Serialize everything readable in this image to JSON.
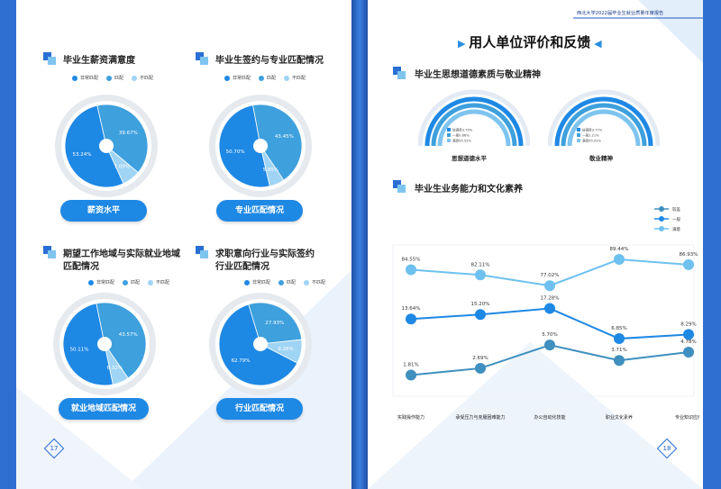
{
  "report_header": "西北大学2022届毕业生就业质量年度报告",
  "left_page": {
    "page_number": "17",
    "charts": [
      {
        "id": "salary",
        "title": "毕业生薪资满意度",
        "button_label": "薪资水平"
      },
      {
        "id": "signing",
        "title": "毕业生签约与专业匹配情况",
        "button_label": "专业匹配情况"
      },
      {
        "id": "region",
        "title_lines": [
          "期望工作地域与实际就业地域",
          "匹配情况"
        ],
        "button_label": "就业地域匹配情况"
      },
      {
        "id": "industry",
        "title_lines": [
          "求职意向行业与实际签约",
          "行业匹配情况"
        ],
        "button_label": "行业匹配情况"
      }
    ],
    "legend_labels": [
      "非常匹配",
      "匹配",
      "不匹配"
    ]
  },
  "right_page": {
    "page_number": "18",
    "main_title": "用人单位评价和反馈",
    "section1_title": "毕业生思想道德素质与敬业精神",
    "section2_title": "毕业生业务能力和文化素养",
    "gauges": [
      {
        "label": "思想道德水平",
        "legend": [
          "较满意3.79%",
          "一般0.66%",
          "满意95.55%"
        ]
      },
      {
        "label": "敬业精神",
        "legend": [
          "较满意3.77%",
          "一般1.21%",
          "满意95.02%"
        ]
      }
    ],
    "line_legend": [
      "较差",
      "一般",
      "满意"
    ]
  },
  "colors": {
    "dark": "#1e88e5",
    "mid": "#3ea0dd",
    "light": "#9fd4f4",
    "line_top": "#6ec1ef",
    "line_mid": "#1e88e5",
    "line_bot": "#3f8fbf"
  },
  "chart_data": [
    {
      "type": "pie",
      "title": "毕业生薪资满意度",
      "categories": [
        "非常匹配",
        "匹配",
        "不匹配"
      ],
      "values": [
        53.24,
        39.67,
        7.09
      ],
      "label_texts": [
        "53.24%",
        "39.67%",
        "7.09%"
      ]
    },
    {
      "type": "pie",
      "title": "毕业生签约与专业匹配情况",
      "categories": [
        "非常匹配",
        "匹配",
        "不匹配"
      ],
      "values": [
        50.7,
        43.45,
        5.85
      ],
      "label_texts": [
        "50.70%",
        "43.45%",
        "5.85%"
      ]
    },
    {
      "type": "pie",
      "title": "期望工作地域与实际就业地域匹配情况",
      "categories": [
        "非常匹配",
        "匹配",
        "不匹配"
      ],
      "values": [
        50.11,
        43.57,
        6.32
      ],
      "label_texts": [
        "50.11%",
        "43.57%",
        "6.32%"
      ]
    },
    {
      "type": "pie",
      "title": "求职意向行业与实际签约行业匹配情况",
      "categories": [
        "非常匹配",
        "匹配",
        "不匹配"
      ],
      "values": [
        62.79,
        27.93,
        9.28
      ],
      "label_texts": [
        "62.79%",
        "27.93%",
        "9.28%"
      ]
    },
    {
      "type": "line",
      "title": "毕业生业务能力和文化素养",
      "categories": [
        "实践操作能力",
        "承受压力与克服困难能力",
        "办公自动化技能",
        "职业文化素养",
        "专业知识应用"
      ],
      "series": [
        {
          "name": "满意",
          "values": [
            84.55,
            82.11,
            77.02,
            89.44,
            86.93
          ],
          "labels": [
            "84.55%",
            "82.11%",
            "77.02%",
            "89.44%",
            "86.93%"
          ]
        },
        {
          "name": "一般",
          "values": [
            13.64,
            15.2,
            17.28,
            6.85,
            8.29
          ],
          "labels": [
            "13.64%",
            "15.20%",
            "17.28%",
            "6.85%",
            "8.29%"
          ]
        },
        {
          "name": "较差",
          "values": [
            1.81,
            2.69,
            5.7,
            3.71,
            4.78
          ],
          "labels": [
            "1.81%",
            "2.69%",
            "5.70%",
            "3.71%",
            "4.78%"
          ]
        }
      ]
    }
  ]
}
